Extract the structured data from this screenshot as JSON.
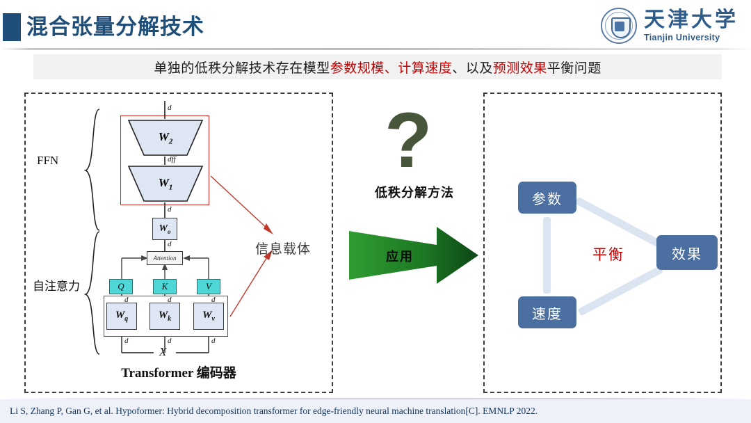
{
  "header": {
    "title": "混合张量分解技术",
    "accent_color": "#1f4e79",
    "logo": {
      "cn": "天津大学",
      "en": "Tianjin University"
    }
  },
  "banner": {
    "prefix": "单独的低秩分解技术存在模型",
    "hl1": "参数规模",
    "sep1": "、",
    "hl2": "计算速度",
    "sep2": "、以及",
    "hl3": "预测效果",
    "suffix": "平衡问题",
    "highlight_color": "#c00000",
    "background": "#f2f2f2"
  },
  "left_panel": {
    "caption": "Transformer 编码器",
    "group_labels": {
      "ffn": "FFN",
      "attention": "自注意力"
    },
    "trapezoids": [
      {
        "name": "W2",
        "label": "W",
        "sub": "2"
      },
      {
        "name": "W1",
        "label": "W",
        "sub": "1"
      }
    ],
    "boxes": [
      {
        "name": "Wo",
        "label": "W",
        "sub": "o"
      },
      {
        "name": "Wq",
        "label": "W",
        "sub": "q"
      },
      {
        "name": "Wk",
        "label": "W",
        "sub": "k"
      },
      {
        "name": "Wv",
        "label": "W",
        "sub": "v"
      }
    ],
    "qkv": [
      "Q",
      "K",
      "V"
    ],
    "attention_label": "Attention",
    "dim_labels": {
      "d": "d",
      "dff": "dff"
    },
    "input_label": "X",
    "callout": "信息载体",
    "highlight_box_color": "#cc2222",
    "qkv_color": "#4fd6d6",
    "weight_box_color": "#dde6f2"
  },
  "center": {
    "question_mark": "?",
    "question_caption": "低秩分解方法",
    "arrow_label": "应用",
    "question_color": "#47553a",
    "arrow_gradient_from": "#2f9c32",
    "arrow_gradient_to": "#0d4716"
  },
  "right_panel": {
    "nodes": [
      {
        "name": "parameters",
        "label": "参数"
      },
      {
        "name": "speed",
        "label": "速度"
      },
      {
        "name": "effect",
        "label": "效果"
      }
    ],
    "center_label": "平衡",
    "node_color": "#4a6fa0",
    "link_color": "#dbe5f1",
    "center_label_color": "#c00000"
  },
  "footer": {
    "citation": "Li S, Zhang P, Gan G, et al. Hypoformer: Hybrid decomposition transformer for edge-friendly neural machine translation[C]. EMNLP 2022."
  }
}
